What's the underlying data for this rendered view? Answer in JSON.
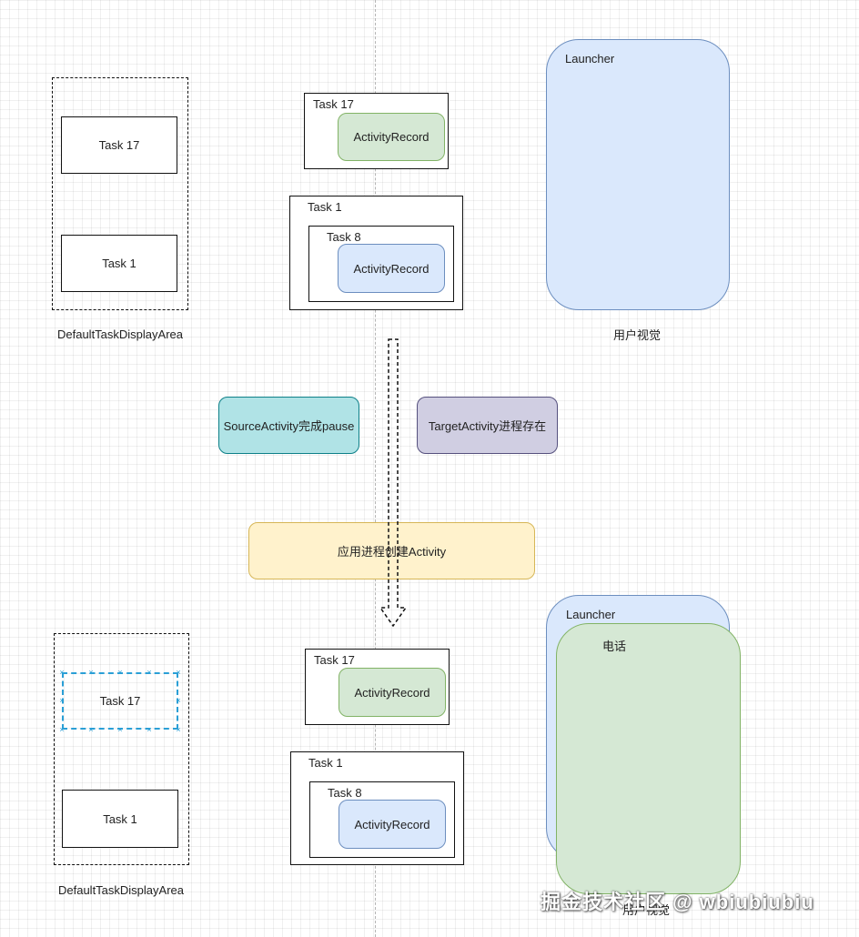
{
  "top": {
    "display_area_label": "DefaultTaskDisplayArea",
    "display_area_tasks": [
      "Task 17",
      "Task 1"
    ],
    "task17_label": "Task 17",
    "task17_activity": "ActivityRecord",
    "task1_label": "Task 1",
    "task8_label": "Task 8",
    "task8_activity": "ActivityRecord",
    "launcher_label": "Launcher",
    "user_view_label": "用户视觉"
  },
  "steps": {
    "source_paused": "SourceActivity完成pause",
    "target_process_exists": "TargetActivity进程存在",
    "app_creates_activity": "应用进程创建Activity"
  },
  "bottom": {
    "display_area_label": "DefaultTaskDisplayArea",
    "display_area_tasks": [
      "Task 17",
      "Task 1"
    ],
    "task17_label": "Task 17",
    "task17_activity": "ActivityRecord",
    "task1_label": "Task 1",
    "task8_label": "Task 8",
    "task8_activity": "ActivityRecord",
    "launcher_label": "Launcher",
    "phone_label": "电话",
    "user_view_label": "用户视觉"
  },
  "watermark": "掘金技术社区 @ wbiubiubiu",
  "colors": {
    "green_fill": "#d5e8d4",
    "blue_fill": "#dae8fc",
    "teal_fill": "#b0e3e6",
    "purple_fill": "#d0cee2",
    "yellow_fill": "#fff2cc",
    "selection": "#2a9fd6"
  }
}
